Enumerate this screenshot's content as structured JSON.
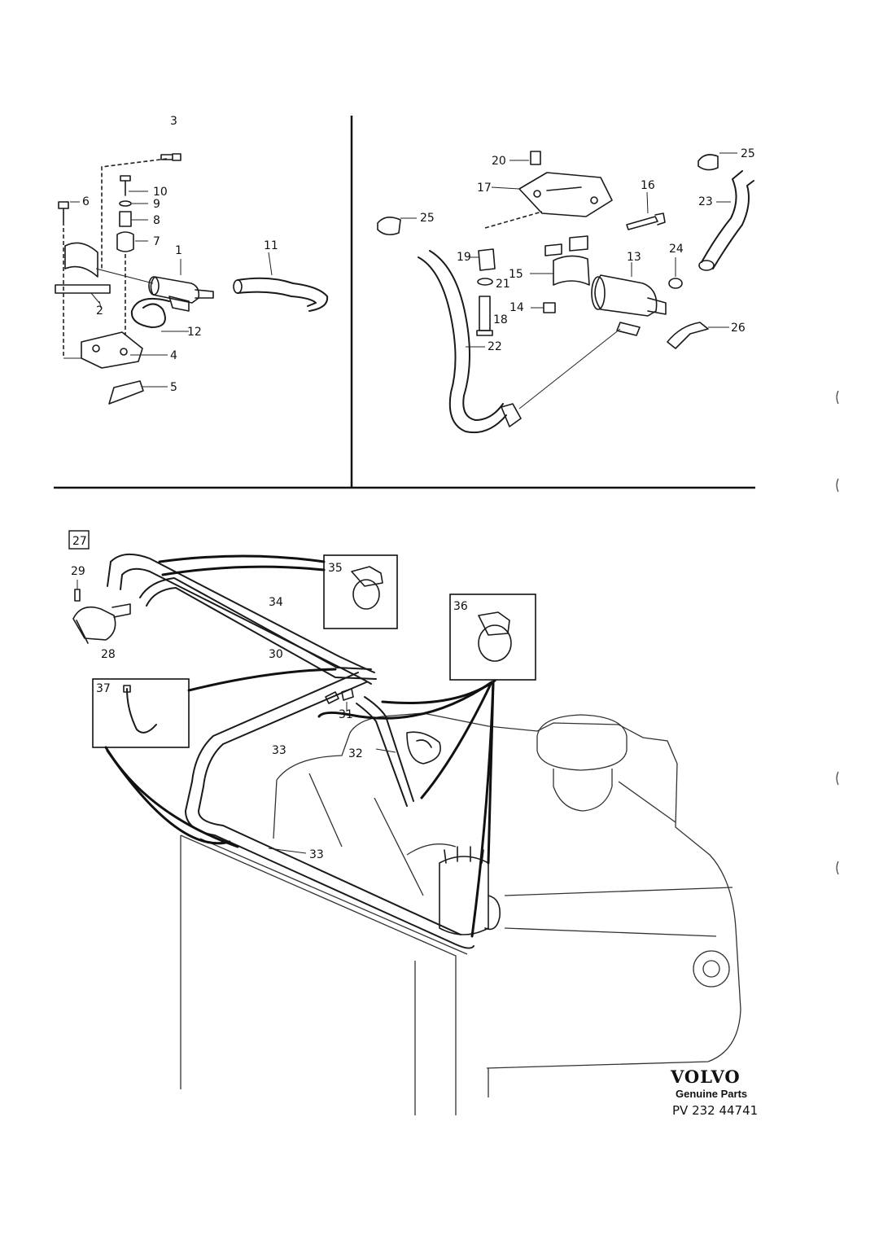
{
  "callouts_upper_left": [
    "3",
    "10",
    "9",
    "6",
    "8",
    "7",
    "1",
    "11",
    "2",
    "12",
    "4",
    "5"
  ],
  "callouts_upper_right": [
    "20",
    "17",
    "16",
    "25",
    "23",
    "25",
    "19",
    "15",
    "21",
    "13",
    "24",
    "14",
    "18",
    "26",
    "22"
  ],
  "callouts_lower": [
    "27",
    "29",
    "28",
    "34",
    "30",
    "35",
    "36",
    "37",
    "31",
    "33",
    "32",
    "33"
  ],
  "brand": {
    "name": "VOLVO",
    "tagline": "Genuine Parts",
    "code": "PV 232 44741"
  }
}
